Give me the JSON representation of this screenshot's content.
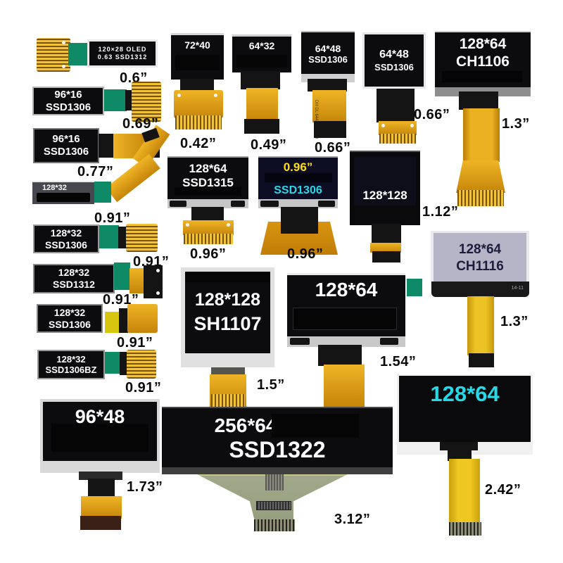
{
  "page": {
    "background": "#ffffff",
    "description": "Collage of OLED display modules with screen-size labels"
  },
  "colors": {
    "display_black": "#0c0c0f",
    "fpc_gold": "#d99a12",
    "teal_connector": "#0e8a67",
    "yellow_block": "#d8c50e",
    "yellow_text": "#ffe000",
    "cyan_text": "#26d9e8",
    "ch1116_screen": "#b5b5c7",
    "pcb_green": "#9aa285",
    "label_color": "#0a0a0a"
  },
  "modules": [
    {
      "id": "oled-0-6",
      "line1": "120×28 OLED",
      "line2": "0.63 SSD1312",
      "size": "0.6”"
    },
    {
      "id": "oled-0-69",
      "line1": "96*16",
      "line2": "SSD1306",
      "size": "0.69”"
    },
    {
      "id": "oled-0-77",
      "line1": "96*16",
      "line2": "SSD1306",
      "size": "0.77”"
    },
    {
      "id": "oled-0-91a",
      "line1": "128*32",
      "line2": "",
      "size": "0.91”"
    },
    {
      "id": "oled-0-91b",
      "line1": "128*32",
      "line2": "SSD1306",
      "size": "0.91”"
    },
    {
      "id": "oled-0-91c",
      "line1": "128*32",
      "line2": "SSD1312",
      "size": "0.91”"
    },
    {
      "id": "oled-0-91d",
      "line1": "128*32",
      "line2": "SSD1306",
      "size": "0.91”"
    },
    {
      "id": "oled-0-91e",
      "line1": "128*32",
      "line2": "SSD1306BZ",
      "size": "0.91”"
    },
    {
      "id": "oled-1-73",
      "line1": "96*48",
      "line2": "",
      "size": "1.73”"
    },
    {
      "id": "oled-0-42",
      "line1": "72*40",
      "line2": "",
      "size": "0.42”"
    },
    {
      "id": "oled-0-49",
      "line1": "64*32",
      "line2": "",
      "size": "0.49”"
    },
    {
      "id": "oled-0-66a",
      "line1": "64*48",
      "line2": "SSD1306",
      "size": "0.66”",
      "fpc_text": "DH DL 6448 VER1.0"
    },
    {
      "id": "oled-0-66b",
      "line1": "64*48",
      "line2": "SSD1306",
      "size": "0.66”"
    },
    {
      "id": "oled-1-3a",
      "line1": "128*64",
      "line2": "CH1106",
      "size": "1.3”"
    },
    {
      "id": "oled-0-96a",
      "line1": "128*64",
      "line2": "SSD1315",
      "size": "0.96”"
    },
    {
      "id": "oled-0-96b",
      "line1": "0.96”",
      "line2": "SSD1306",
      "size": "0.96”"
    },
    {
      "id": "oled-1-12",
      "line1": "128*128",
      "line2": "",
      "size": "1.12”"
    },
    {
      "id": "oled-1-3b",
      "line1": "128*64",
      "line2": "CH1116",
      "size": "1.3”",
      "marking": "14-11"
    },
    {
      "id": "oled-1-5",
      "line1": "128*128",
      "line2": "SH1107",
      "size": "1.5”"
    },
    {
      "id": "oled-1-54",
      "line1": "128*64",
      "line2": "",
      "size": "1.54”"
    },
    {
      "id": "oled-3-12",
      "line1": "256*64",
      "line2": "SSD1322",
      "size": "3.12”"
    },
    {
      "id": "oled-2-42",
      "line1": "128*64",
      "line2": "",
      "size": "2.42”"
    }
  ]
}
